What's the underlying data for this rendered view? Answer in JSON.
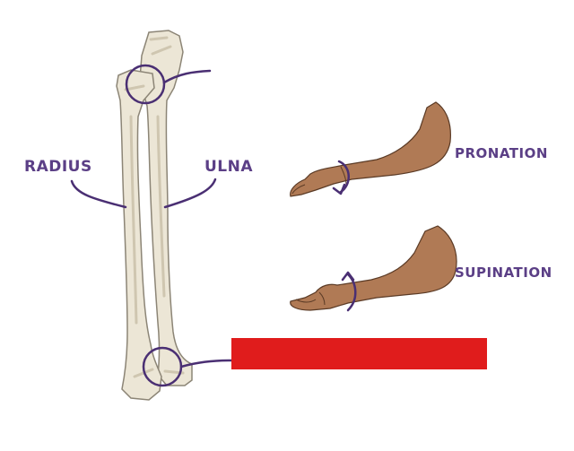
{
  "labels": {
    "radius": "RADIUS",
    "ulna": "ULNA",
    "pronation": "PRONATION",
    "supination": "SUPINATION"
  },
  "colors": {
    "label": "#5b3f86",
    "outline": "#4a2f73",
    "bone": "#ece6d6",
    "bone_shadow": "#cfc6b0",
    "bone_edge": "#8c8576",
    "skin": "#b07a55",
    "skin_edge": "#5a3a25",
    "redaction": "#e01c1c"
  },
  "icons": {
    "rotation_pronation": "rotate-arrow-down-icon",
    "rotation_supination": "rotate-arrow-up-icon"
  }
}
